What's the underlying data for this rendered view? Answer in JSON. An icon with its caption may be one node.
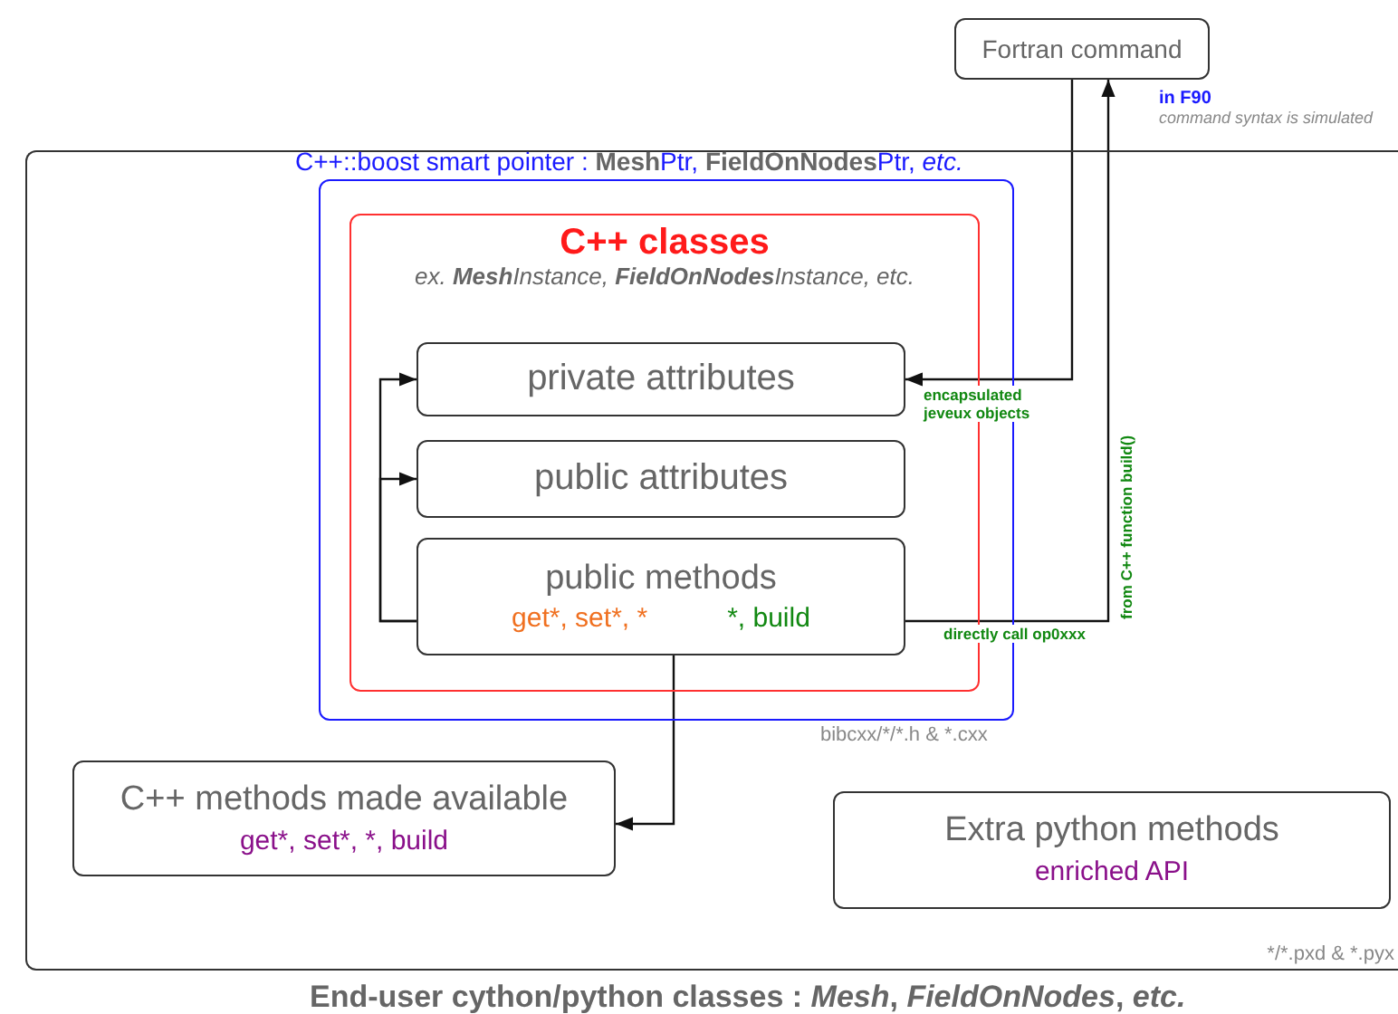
{
  "diagram": {
    "nodes": [
      {
        "text": [
          "Fortran command"
        ],
        "beside": [
          "in F90",
          "command syntax is simulated"
        ]
      },
      {
        "text": [
          "End-user cython/python classes : *Mesh*, *FieldOnNodes*, *etc.*",
          "*/*.pxd & *.pyx"
        ]
      },
      {
        "text": [
          "C++::boost smart pointer : **Mesh**Ptr, **FieldOnNodes**Ptr, *etc.*"
        ],
        "beside": [
          "bibcxx/*/*.h & *.cxx"
        ],
        "in": 1
      },
      {
        "text": [
          "C++ classes",
          "ex. **Mesh**Instance, **FieldOnNodes**Instance, etc."
        ],
        "in": 2
      },
      {
        "text": [
          "private attributes"
        ],
        "in": 3
      },
      {
        "text": [
          "public attributes"
        ],
        "in": 3
      },
      {
        "text": [
          "public methods",
          "get*, set*, *",
          "*, build"
        ],
        "in": 3
      },
      {
        "text": [
          "C++ methods made available",
          "get*, set*, *, build"
        ],
        "in": 1
      },
      {
        "text": [
          "Extra python methods",
          "enriched API"
        ],
        "in": 1
      }
    ],
    "edges": [
      {
        "from": 6,
        "to": 4,
        "arrow": "to"
      },
      {
        "from": 6,
        "to": 5,
        "arrow": "to"
      },
      {
        "from": 6,
        "to": 0,
        "arrow": "to",
        "label": "directly call op0xxx"
      },
      {
        "from": 0,
        "to": 4,
        "arrow": "to",
        "label": "encapsulated jeveux objects"
      },
      {
        "from": 6,
        "to": 7,
        "arrow": "to"
      }
    ],
    "labels": [
      "from C++ function build()"
    ]
  }
}
